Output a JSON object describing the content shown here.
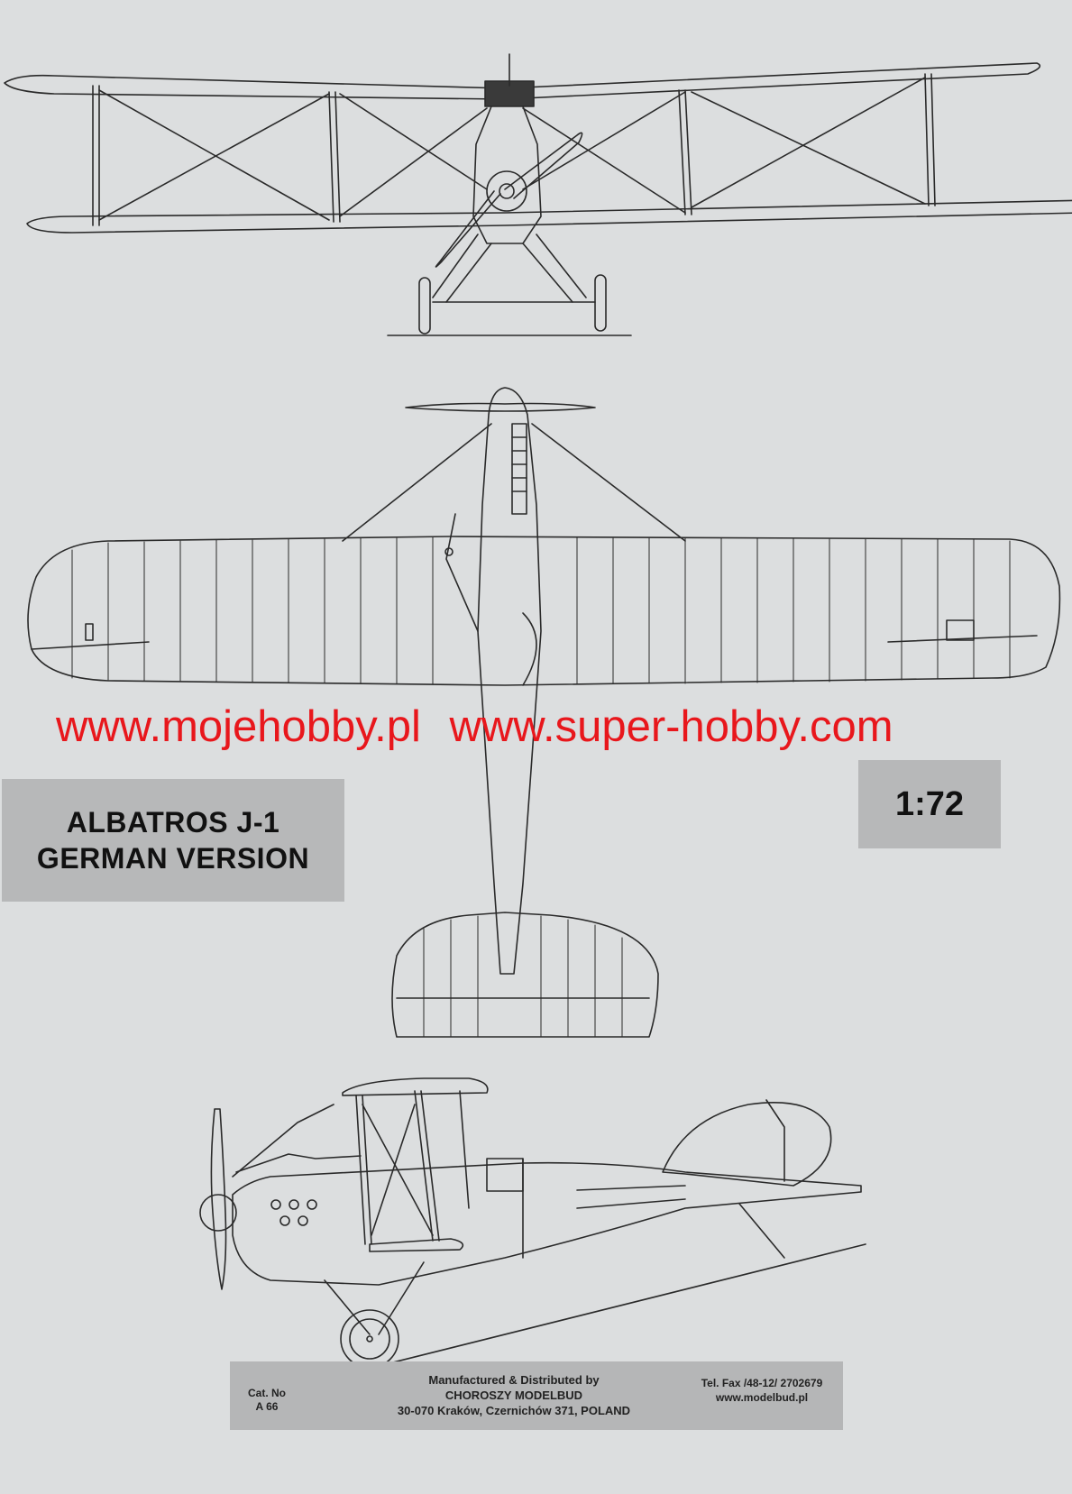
{
  "watermark": {
    "site1": "www.mojehobby.pl",
    "site2": "www.super-hobby.com",
    "color": "#e8171c"
  },
  "title": {
    "line1": "ALBATROS J-1",
    "line2": "GERMAN VERSION"
  },
  "scale": "1:72",
  "footer": {
    "cat_label": "Cat. No",
    "cat_number": "A 66",
    "manufacturer_line1": "Manufactured & Distributed by",
    "manufacturer_line2": "CHOROSZY MODELBUD",
    "manufacturer_line3": "30-070 Kraków, Czernichów 371, POLAND",
    "contact_line1": "Tel. Fax /48-12/ 2702679",
    "contact_line2": "www.modelbud.pl"
  },
  "colors": {
    "paper": "#dcdedf",
    "label_box": "#b7b8b9",
    "ink": "#222222"
  }
}
